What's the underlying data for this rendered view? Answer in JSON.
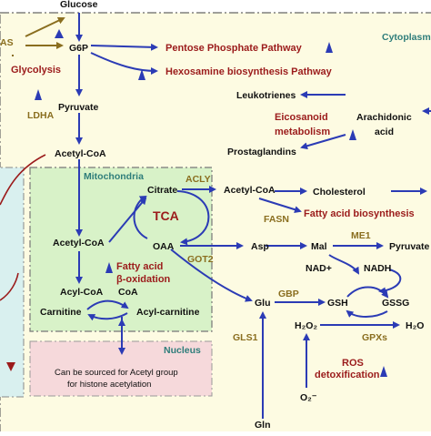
{
  "regions": {
    "cytoplasm": "Cytoplasm",
    "mitochondria": "Mitochondria",
    "nucleus": "Nucleus",
    "nucleus_note_1": "Can be sourced for Acetyl group",
    "nucleus_note_2": "for histone acetylation"
  },
  "metabolites": {
    "glucose": "Glucose",
    "g6p": "G6P",
    "pyruvate": "Pyruvate",
    "acetyl_coa": "Acetyl-CoA",
    "leukotrienes": "Leukotrienes",
    "arachidonic_1": "Arachidonic",
    "arachidonic_2": "acid",
    "prostaglandins": "Prostaglandins",
    "citrate": "Citrate",
    "acetyl_coa_cyto": "Acetyl-CoA",
    "cholesterol": "Cholesterol",
    "acetyl_coa_mito": "Acetyl-CoA",
    "oaa": "OAA",
    "asp": "Asp",
    "mal": "Mal",
    "pyruvate_right": "Pyruvate",
    "nad_plus": "NAD+",
    "nadh": "NADH",
    "acyl_coa": "Acyl-CoA",
    "coa": "CoA",
    "carnitine": "Carnitine",
    "acyl_carnitine": "Acyl-carnitine",
    "glu": "Glu",
    "gsh": "GSH",
    "gssg": "GSSG",
    "h2o2": "H₂O₂",
    "h2o": "H₂O",
    "o2_radical": "O₂⁻",
    "gln": "Gln"
  },
  "pathways": {
    "pentose": "Pentose Phosphate Pathway",
    "hexosamine": "Hexosamine biosynthesis Pathway",
    "glycolysis": "Glycolysis",
    "eicosanoid_1": "Eicosanoid",
    "eicosanoid_2": "metabolism",
    "tca": "TCA",
    "fatty_acid_biosynthesis": "Fatty acid biosynthesis",
    "beta_ox_1": "Fatty acid",
    "beta_ox_2": "β-oxidation",
    "ros_1": "ROS",
    "ros_2": "detoxification"
  },
  "enzymes": {
    "as": "AS",
    "ldha": "LDHA",
    "acly": "ACLY",
    "fasn": "FASN",
    "got2": "GOT2",
    "me1": "ME1",
    "gbp": "GBP",
    "gls1": "GLS1",
    "gpxs": "GPXs"
  },
  "colors": {
    "arrow_blue": "#2b3bb5",
    "pathway_red": "#9b1b1b",
    "enzyme_olive": "#8a6e1f",
    "cytoplasm_fill": "#fdfbe2",
    "mito_fill": "#d8f2c8",
    "nucleus_fill": "#f6d9db",
    "left_cell_fill": "#d9f0ef"
  }
}
